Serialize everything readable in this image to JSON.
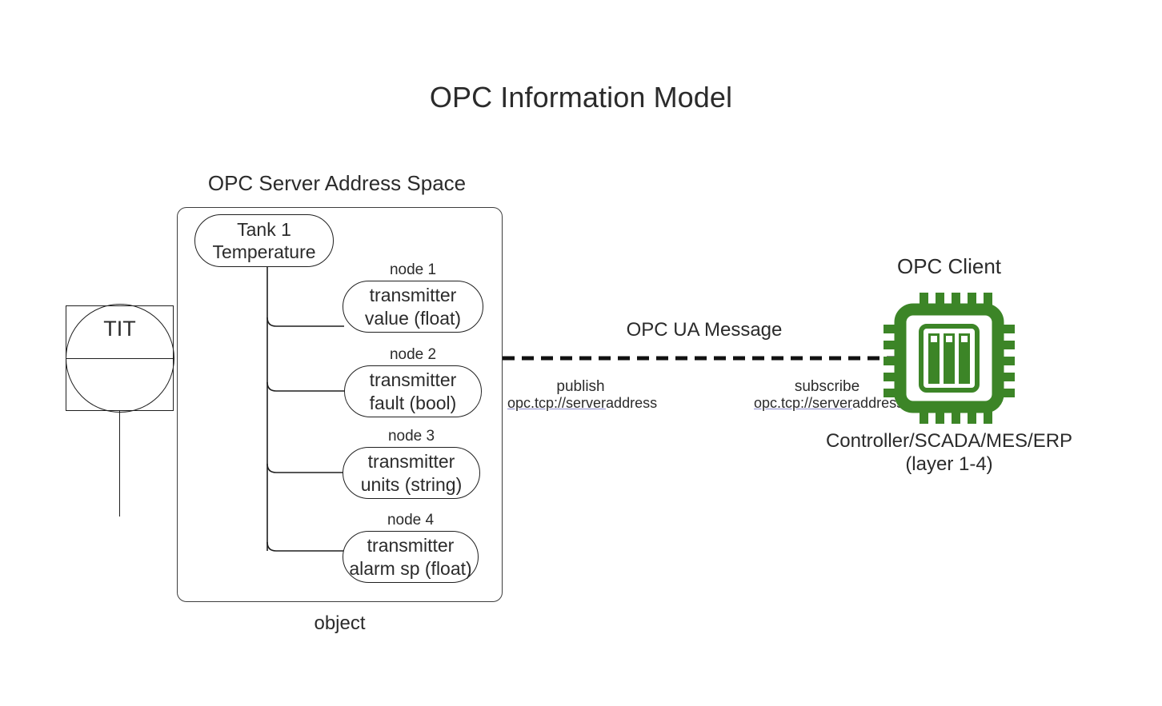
{
  "diagram": {
    "title": "OPC Information Model",
    "server": {
      "heading": "OPC Server Address Space",
      "footer": "object",
      "root_node": {
        "line1": "Tank 1",
        "line2": "Temperature"
      },
      "nodes": [
        {
          "tag": "node 1",
          "line1": "transmitter",
          "line2": "value (float)"
        },
        {
          "tag": "node 2",
          "line1": "transmitter",
          "line2": "fault (bool)"
        },
        {
          "tag": "node 3",
          "line1": "transmitter",
          "line2": "units (string)"
        },
        {
          "tag": "node 4",
          "line1": "transmitter",
          "line2": "alarm sp (float)"
        }
      ]
    },
    "instrument": {
      "tag": "TIT"
    },
    "link": {
      "message_label": "OPC UA Message",
      "publish": {
        "action": "publish",
        "url_linked": "opc.tcp://server",
        "url_plain": "address"
      },
      "subscribe": {
        "action": "subscribe",
        "url_linked": "opc.tcp://server",
        "url_plain": "address"
      }
    },
    "client": {
      "heading": "OPC Client",
      "icon": "cpu-chip-icon",
      "caption_line1": "Controller/SCADA/MES/ERP",
      "caption_line2": "(layer 1-4)"
    },
    "colors": {
      "chip_green": "#3C8527",
      "stroke": "#1f1f1f",
      "text": "#2b2b2b",
      "link_underline": "#8c8cd0",
      "background": "#ffffff"
    }
  }
}
